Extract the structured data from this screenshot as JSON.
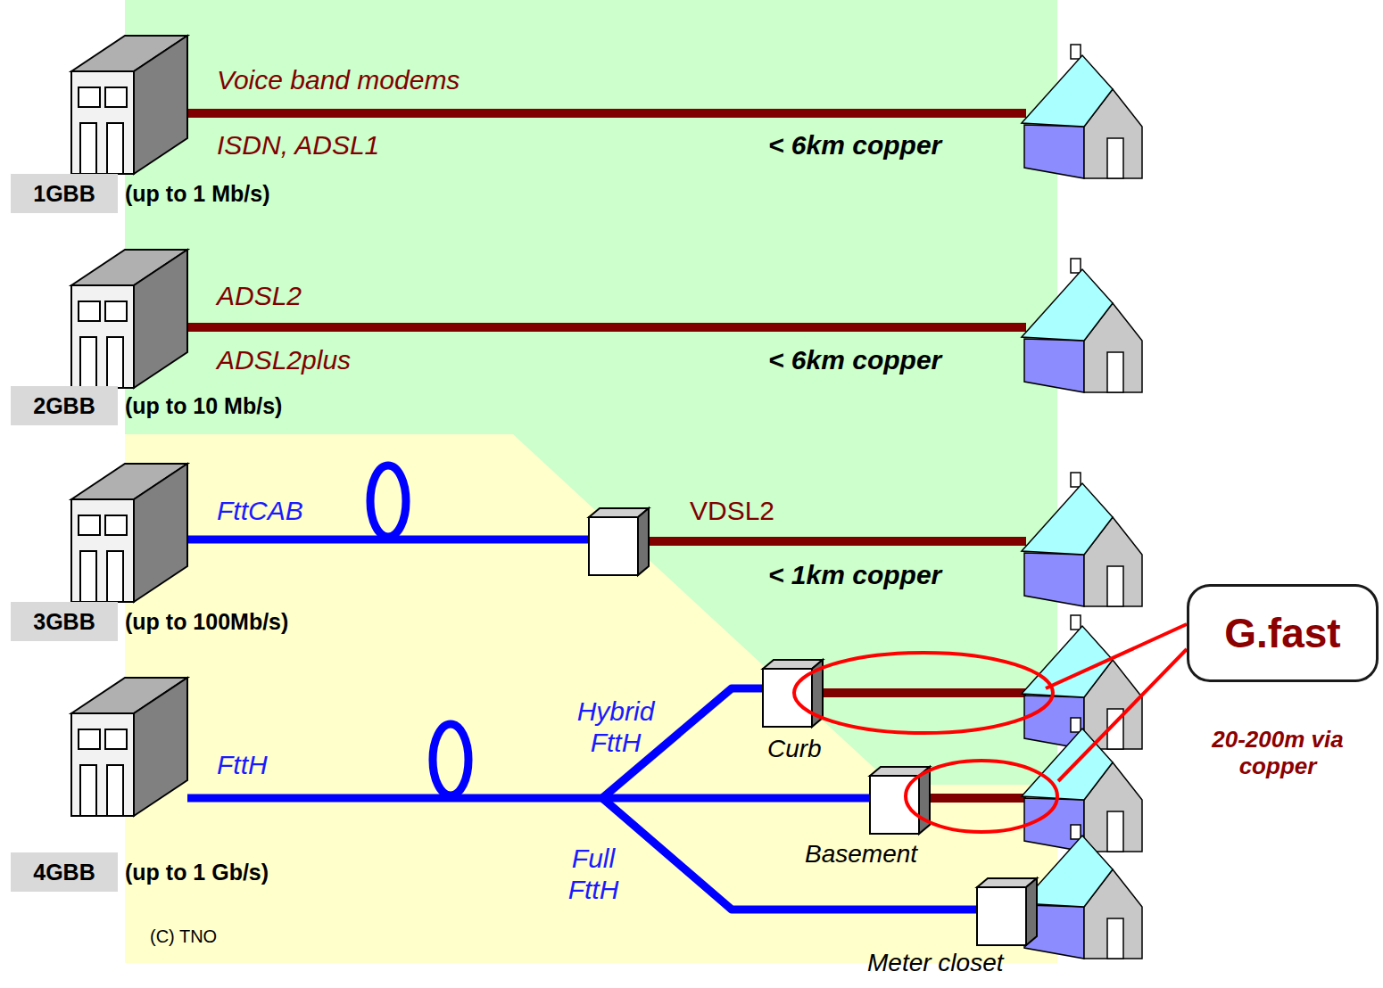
{
  "diagram": {
    "nodes": [
      {
        "text": [
          "1GBB"
        ]
      },
      {
        "text": [
          "2GBB"
        ]
      },
      {
        "text": [
          "3GBB"
        ]
      },
      {
        "text": [
          "4GBB"
        ]
      },
      {
        "text": [
          "G.fast"
        ]
      }
    ],
    "labels": [
      "Voice band modems",
      "ISDN, ADSL1",
      "< 6km copper",
      "(up to 1 Mb/s)",
      "ADSL2",
      "ADSL2plus",
      "< 6km copper",
      "(up to 10 Mb/s)",
      "FttCAB",
      "VDSL2",
      "< 1km copper",
      "(up to 100Mb/s)",
      "Hybrid FttH",
      "Curb",
      "FttH",
      "Full FttH",
      "Basement",
      "(up to 1 Gb/s)",
      "Meter closet",
      "(C) TNO",
      "20-200m via copper"
    ]
  }
}
